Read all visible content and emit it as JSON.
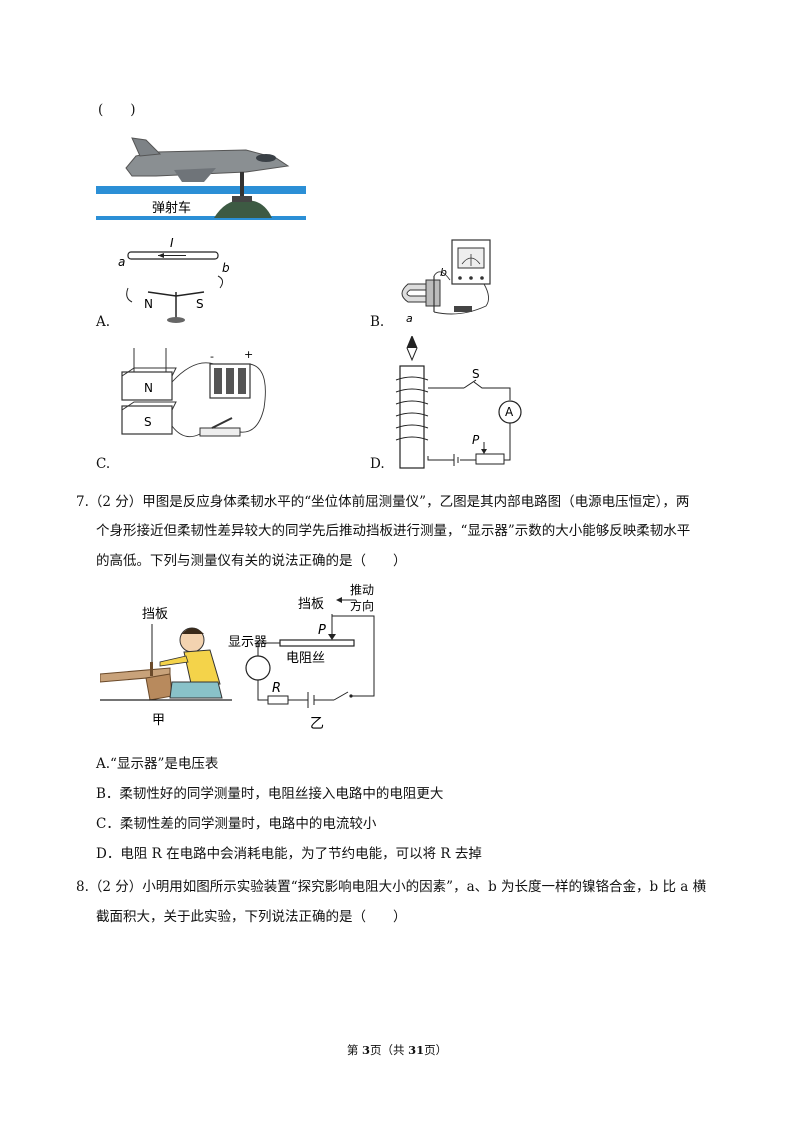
{
  "q6": {
    "answer_paren": "(　　)",
    "figure_label": "弹射车",
    "options": {
      "A": {
        "letter": "A.",
        "label_I": "I",
        "label_a": "a",
        "label_b": "b",
        "label_N": "N",
        "label_S": "S"
      },
      "B": {
        "letter": "B.",
        "label_a": "a",
        "label_b": "b"
      },
      "C": {
        "letter": "C.",
        "label_N": "N",
        "label_S": "S",
        "label_minus": "-",
        "label_plus": "+"
      },
      "D": {
        "letter": "D.",
        "label_S": "S",
        "label_A": "A",
        "label_P": "P"
      }
    }
  },
  "q7": {
    "line1": "7.（2 分）甲图是反应身体柔韧水平的“坐位体前屈测量仪”，乙图是其内部电路图（电源电压恒定），两",
    "line2": "个身形接近但柔韧性差异较大的同学先后推动挡板进行测量，“显示器”示数的大小能够反映柔韧水平",
    "line3": "的高低。下列与测量仪有关的说法正确的是（　　）",
    "figure": {
      "label_baffle_left": "挡板",
      "label_jia": "甲",
      "label_baffle_right": "挡板",
      "label_push1": "推动",
      "label_push2": "方向",
      "label_P": "P",
      "label_display": "显示器",
      "label_resistor_wire": "电阻丝",
      "label_R": "R",
      "label_yi": "乙"
    },
    "options": [
      "A.“显示器”是电压表",
      "B．柔韧性好的同学测量时，电阻丝接入电路中的电阻更大",
      "C．柔韧性差的同学测量时，电路中的电流较小",
      "D．电阻 R 在电路中会消耗电能，为了节约电能，可以将 R 去掉"
    ]
  },
  "q8": {
    "line1": "8.（2 分）小明用如图所示实验装置“探究影响电阻大小的因素”，a、b 为长度一样的镍铬合金，b 比 a 横",
    "line2": "截面积大，关于此实验，下列说法正确的是（　　）"
  },
  "footer": {
    "prefix": "第 ",
    "page": "3",
    "middle": "页（共 ",
    "total": "31",
    "suffix": "页）"
  }
}
